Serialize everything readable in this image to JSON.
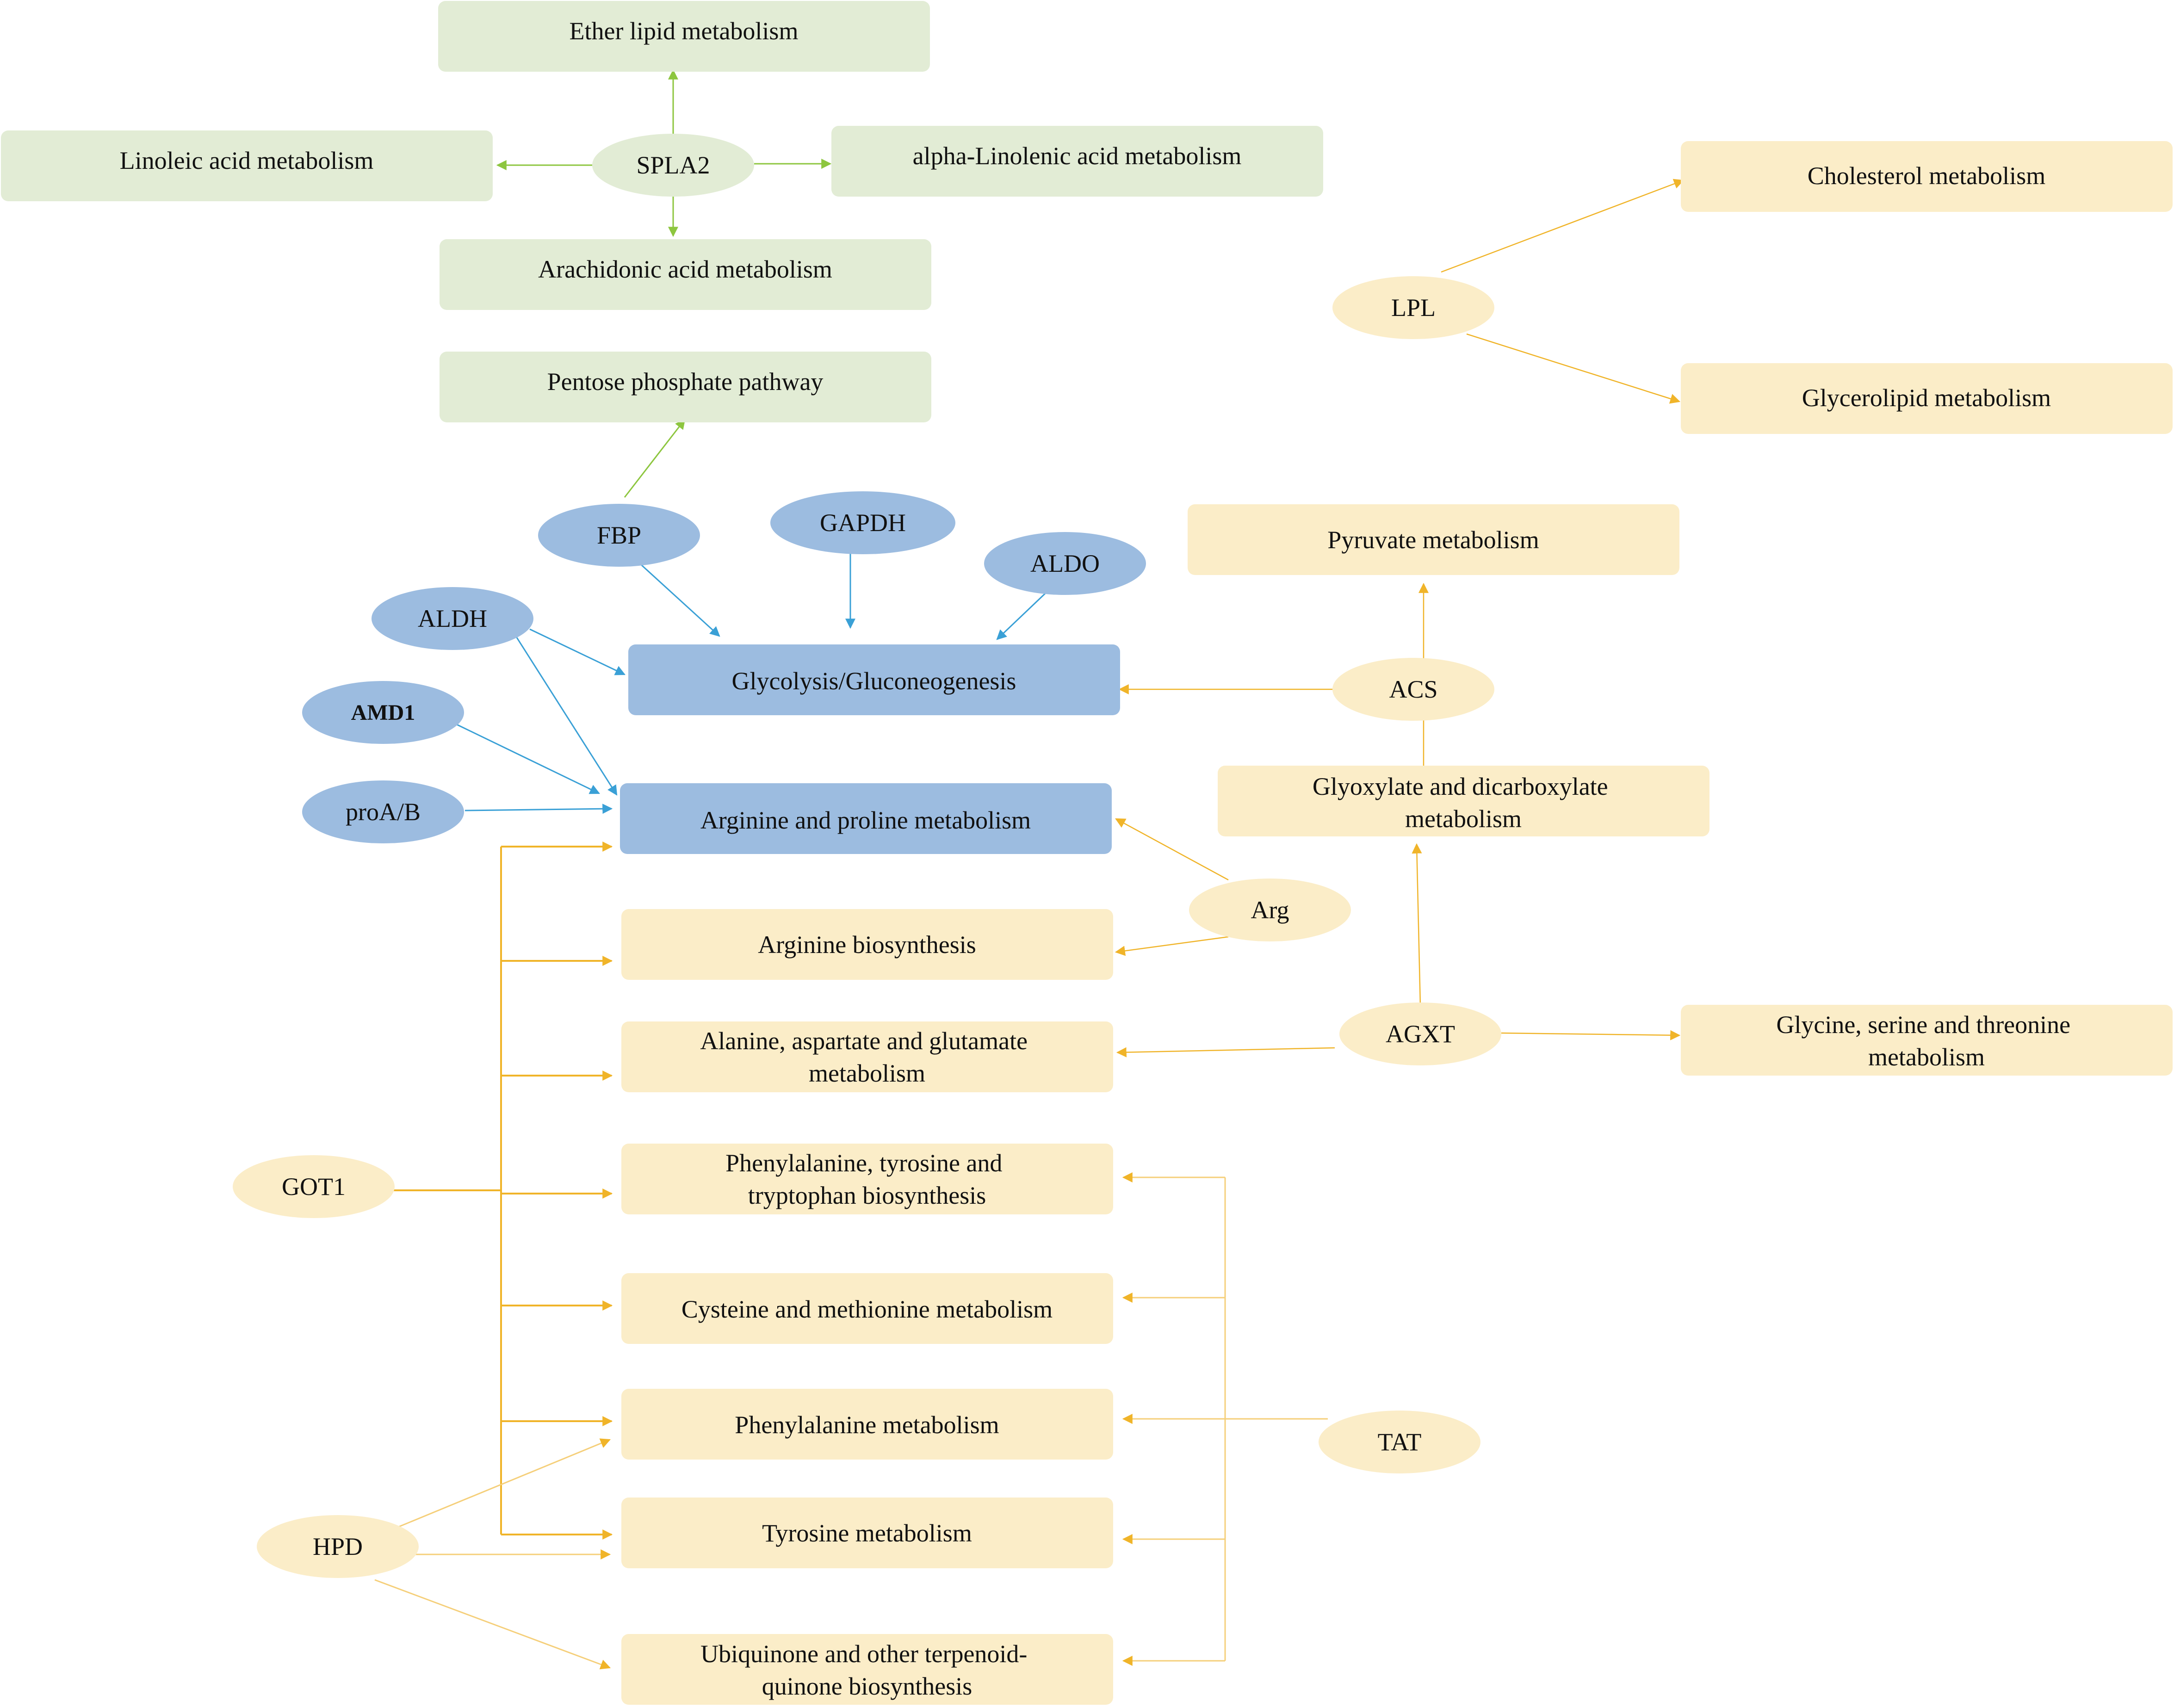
{
  "colors": {
    "green_box": "#e2ecd5",
    "green_node": "#e2ecd5",
    "green_line": "#8dc63f",
    "blue_box": "#9cbce0",
    "blue_node": "#9cbce0",
    "blue_line": "#3aa0d6",
    "yellow_box": "#fbedc8",
    "yellow_node": "#fbedc8",
    "yellow_line": "#f0b429",
    "yellow_line_light": "#f5cf7a"
  },
  "nodes": {
    "spla2": "SPLA2",
    "lpl": "LPL",
    "fbp": "FBP",
    "gapdh": "GAPDH",
    "aldo": "ALDO",
    "aldh": "ALDH",
    "amd1": "AMD1",
    "proab": "proA/B",
    "acs": "ACS",
    "arg": "Arg",
    "agxt": "AGXT",
    "got1": "GOT1",
    "tat": "TAT",
    "hpd": "HPD"
  },
  "pathways": {
    "ether_lipid": [
      "Ether lipid metabolism"
    ],
    "linoleic": [
      "Linoleic acid metabolism"
    ],
    "alpha_linolenic": [
      "alpha-Linolenic acid metabolism"
    ],
    "arachidonic": [
      "Arachidonic acid metabolism"
    ],
    "pentose": [
      "Pentose phosphate pathway"
    ],
    "cholesterol": [
      "Cholesterol metabolism"
    ],
    "glycerolipid": [
      "Glycerolipid metabolism"
    ],
    "pyruvate": [
      "Pyruvate metabolism"
    ],
    "glycolysis": [
      "Glycolysis/Gluconeogenesis"
    ],
    "arginine_proline": [
      "Arginine and proline metabolism"
    ],
    "glyoxylate": [
      "Glyoxylate and dicarboxylate",
      "metabolism"
    ],
    "arginine_bio": [
      "Arginine biosynthesis"
    ],
    "alanine": [
      "Alanine, aspartate and glutamate",
      "metabolism"
    ],
    "glycine": [
      "Glycine, serine and threonine",
      "metabolism"
    ],
    "phe_tyr_trp": [
      "Phenylalanine, tyrosine and",
      "tryptophan biosynthesis"
    ],
    "cysteine": [
      "Cysteine and methionine metabolism"
    ],
    "phenylalanine": [
      "Phenylalanine metabolism"
    ],
    "tyrosine": [
      "Tyrosine metabolism"
    ],
    "ubiquinone": [
      "Ubiquinone and other terpenoid-",
      "quinone biosynthesis"
    ]
  }
}
